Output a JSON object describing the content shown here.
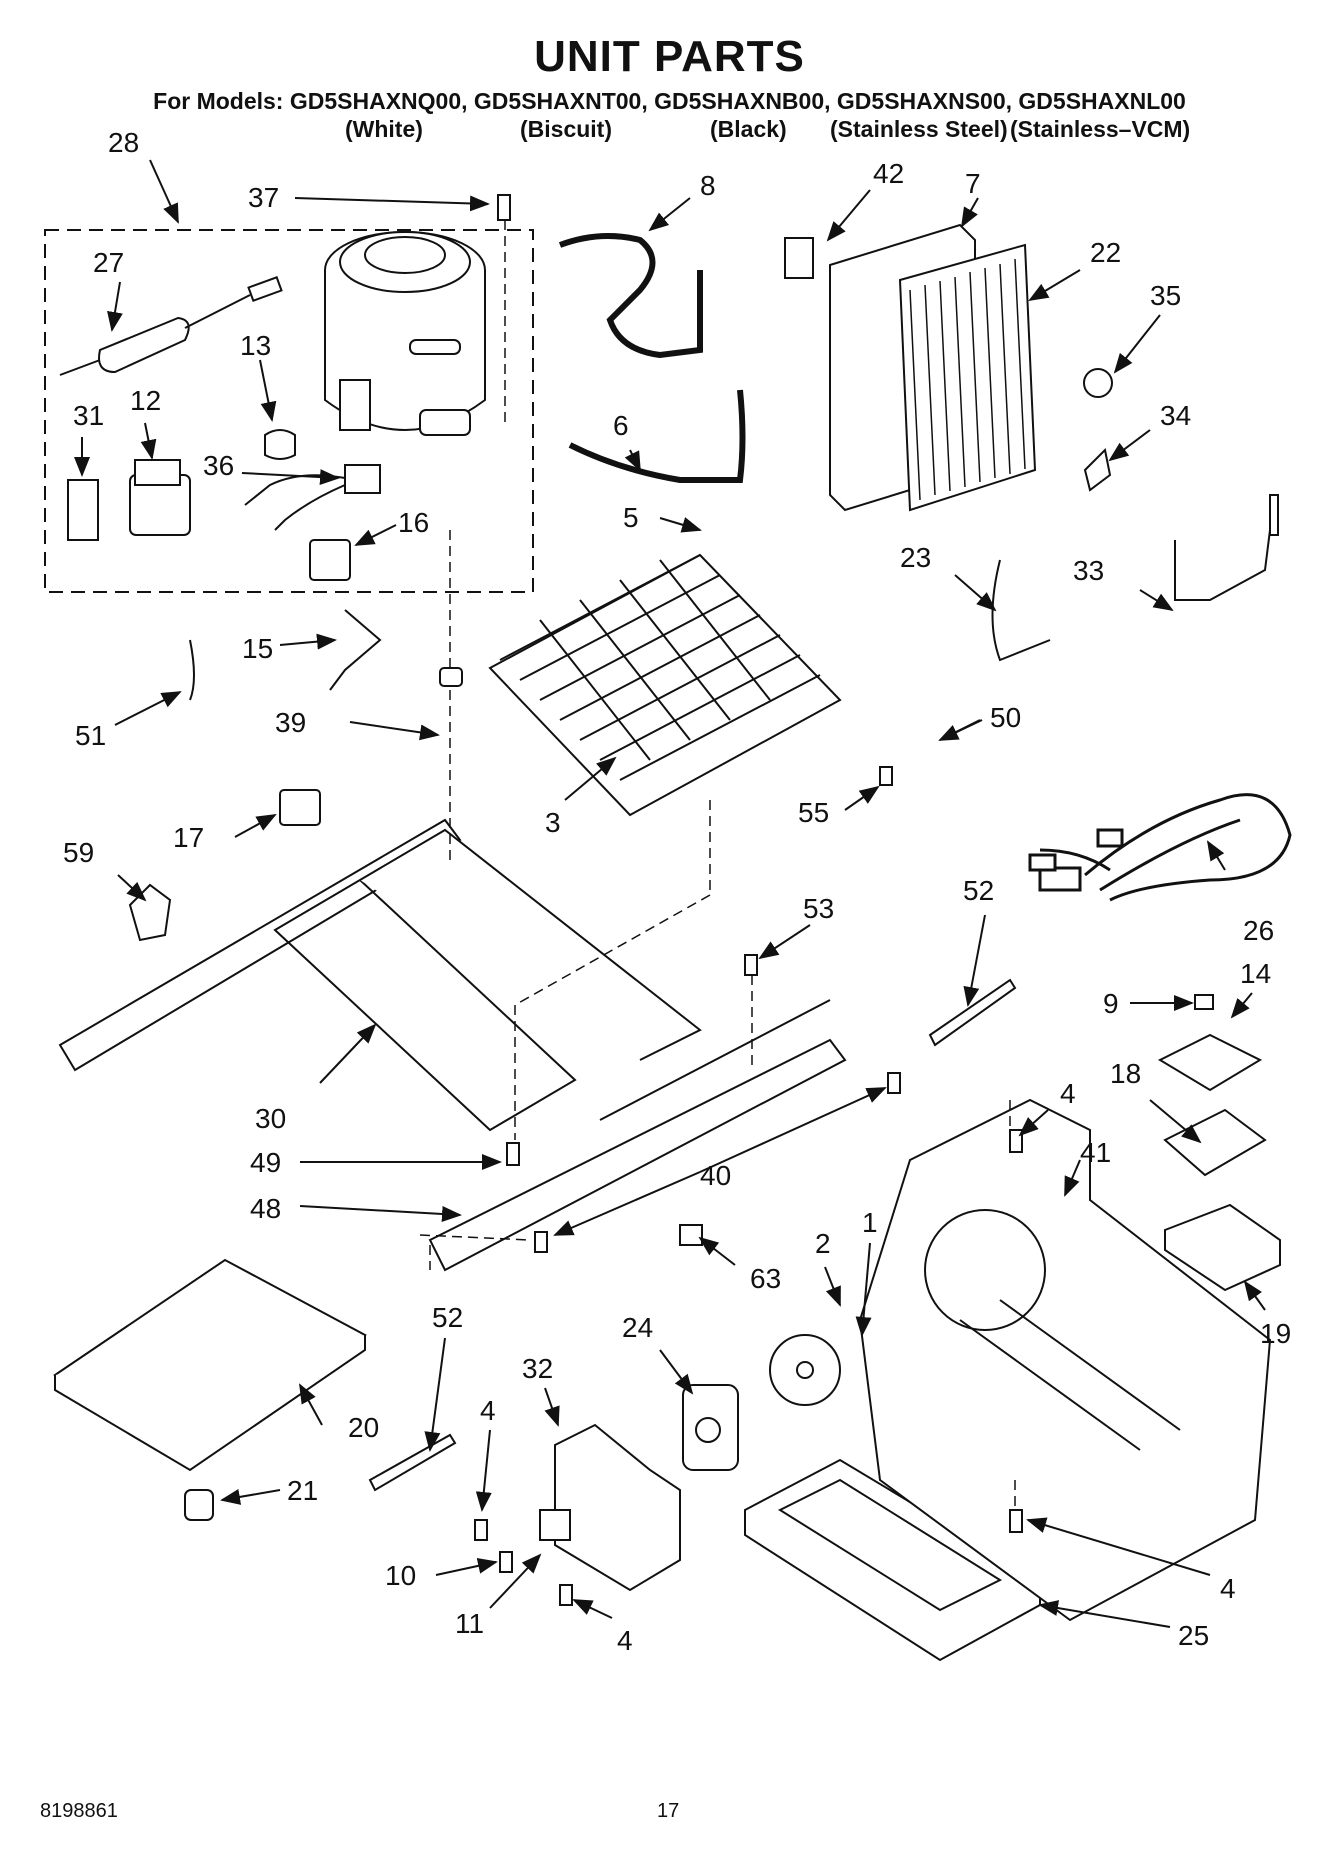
{
  "title": "UNIT PARTS",
  "models_line": "For Models: GD5SHAXNQ00, GD5SHAXNT00, GD5SHAXNB00, GD5SHAXNS00, GD5SHAXNL00",
  "colors": {
    "white": "(White)",
    "biscuit": "(Biscuit)",
    "black": "(Black)",
    "stainless": "(Stainless Steel)",
    "stainless_vcm": "(Stainless–VCM)"
  },
  "callouts": [
    "28",
    "37",
    "8",
    "42",
    "7",
    "22",
    "35",
    "27",
    "13",
    "31",
    "12",
    "36",
    "16",
    "6",
    "5",
    "34",
    "23",
    "33",
    "15",
    "51",
    "39",
    "50",
    "55",
    "3",
    "17",
    "59",
    "52",
    "26",
    "53",
    "9",
    "14",
    "30",
    "49",
    "48",
    "40",
    "18",
    "4",
    "41",
    "63",
    "2",
    "1",
    "19",
    "24",
    "32",
    "20",
    "21",
    "10",
    "11",
    "25"
  ],
  "footer": {
    "part_number": "8198861",
    "page": "17"
  }
}
